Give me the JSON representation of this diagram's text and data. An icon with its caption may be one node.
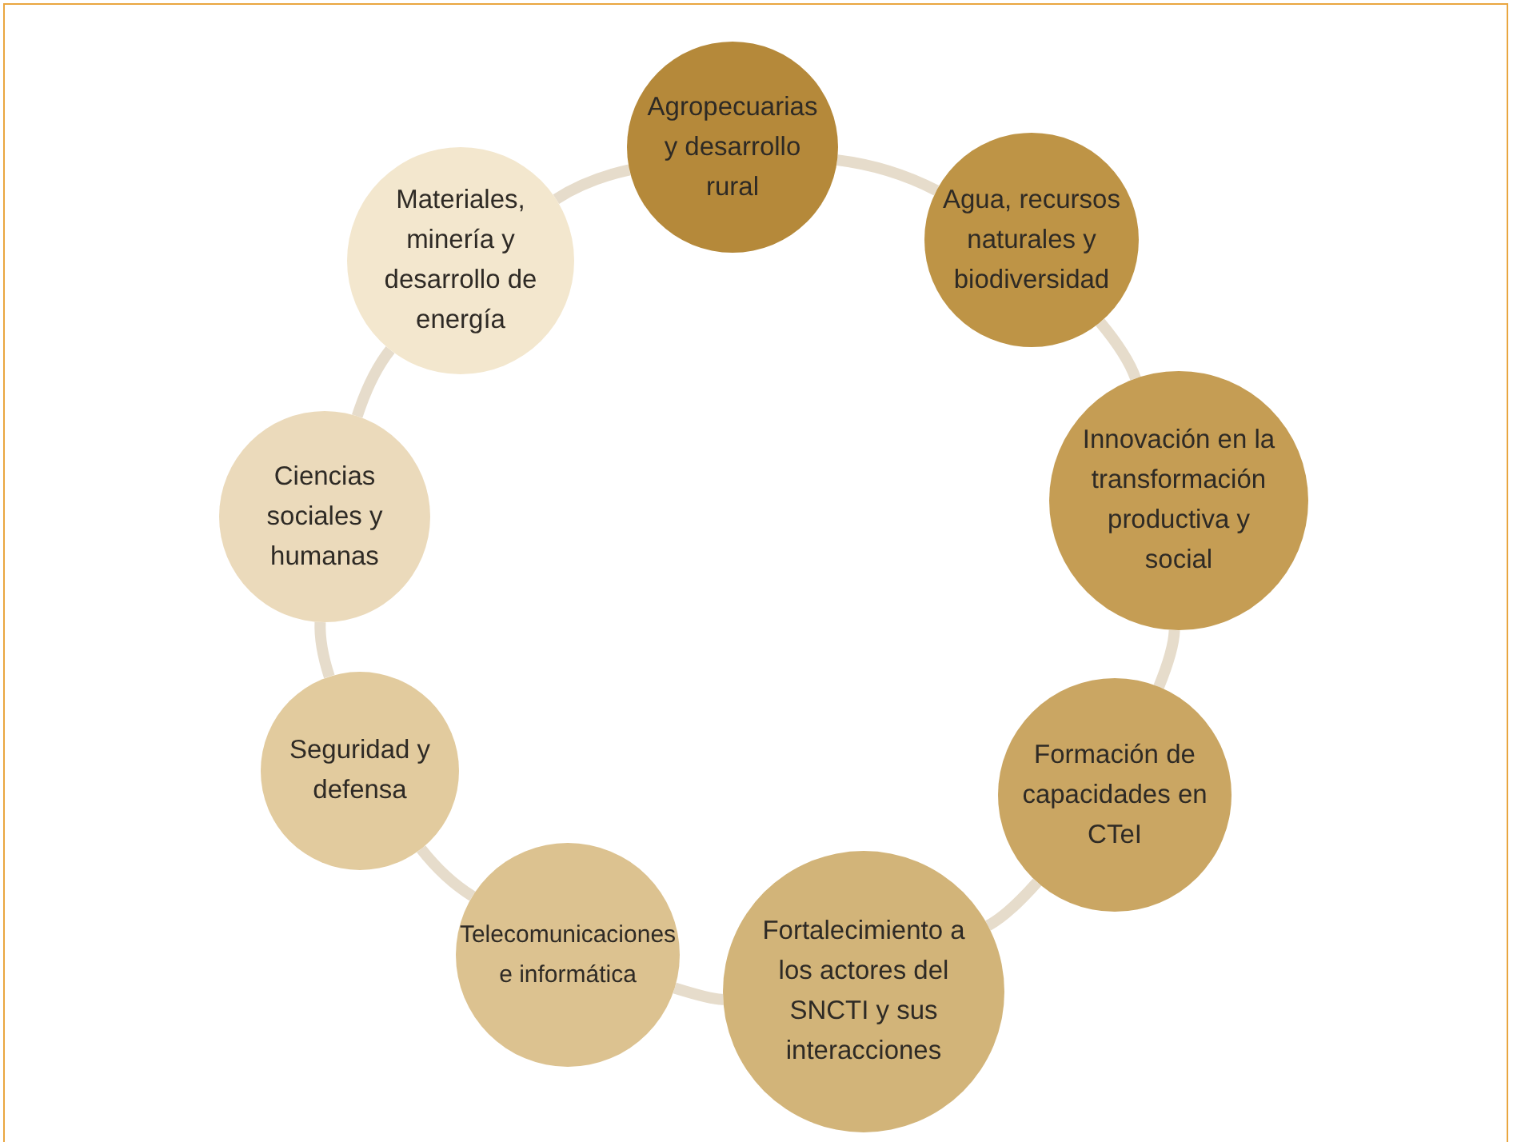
{
  "diagram": {
    "nodes": [
      {
        "text": [
          "Agropecuarias y desarrollo rural"
        ]
      },
      {
        "text": [
          "Agua, recursos naturales y biodiversidad"
        ]
      },
      {
        "text": [
          "Innovación en la transformación productiva y social"
        ]
      },
      {
        "text": [
          "Formación de capacidades en CTeI"
        ]
      },
      {
        "text": [
          "Fortalecimiento a los actores del SNCTI y sus interacciones"
        ]
      },
      {
        "text": [
          "Telecomunicaciones e informática"
        ]
      },
      {
        "text": [
          "Seguridad y defensa"
        ]
      },
      {
        "text": [
          "Ciencias sociales y humanas"
        ]
      },
      {
        "text": [
          "Materiales, minería y desarrollo de energía"
        ]
      }
    ],
    "edges": [
      {
        "from": 0,
        "to": 1,
        "arrow": "none"
      },
      {
        "from": 1,
        "to": 2,
        "arrow": "none"
      },
      {
        "from": 2,
        "to": 3,
        "arrow": "none"
      },
      {
        "from": 3,
        "to": 4,
        "arrow": "none"
      },
      {
        "from": 4,
        "to": 5,
        "arrow": "none"
      },
      {
        "from": 5,
        "to": 6,
        "arrow": "none"
      },
      {
        "from": 6,
        "to": 7,
        "arrow": "none"
      },
      {
        "from": 7,
        "to": 8,
        "arrow": "none"
      },
      {
        "from": 8,
        "to": 0,
        "arrow": "none"
      }
    ]
  }
}
